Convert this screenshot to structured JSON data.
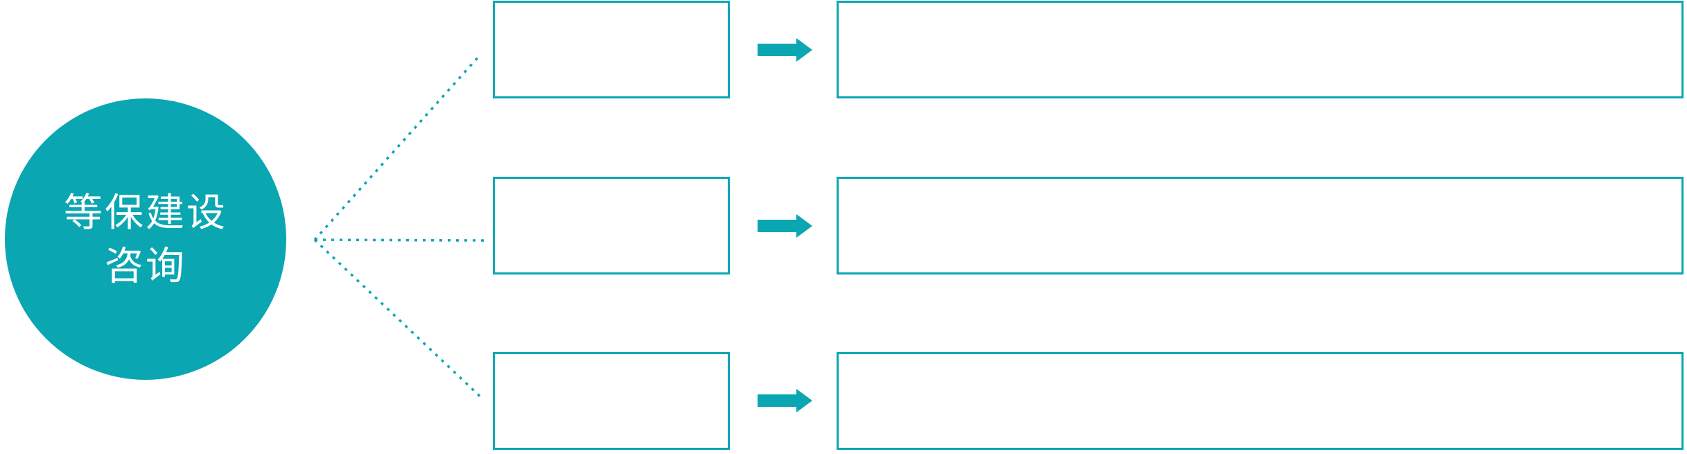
{
  "diagram": {
    "background_color": "#FFFFFF",
    "accent_color": "#0AA6B2",
    "root_node": {
      "shape": "circle",
      "label_line1": "等保建设",
      "label_line2": "咨询",
      "text_color": "#FFFFFF"
    },
    "rows": [
      {
        "small_box_text": "",
        "large_box_text": ""
      },
      {
        "small_box_text": "",
        "large_box_text": ""
      },
      {
        "small_box_text": "",
        "large_box_text": ""
      }
    ],
    "icons": {
      "arrow": "right-arrow-icon",
      "connector": "dotted-connector-line"
    }
  }
}
